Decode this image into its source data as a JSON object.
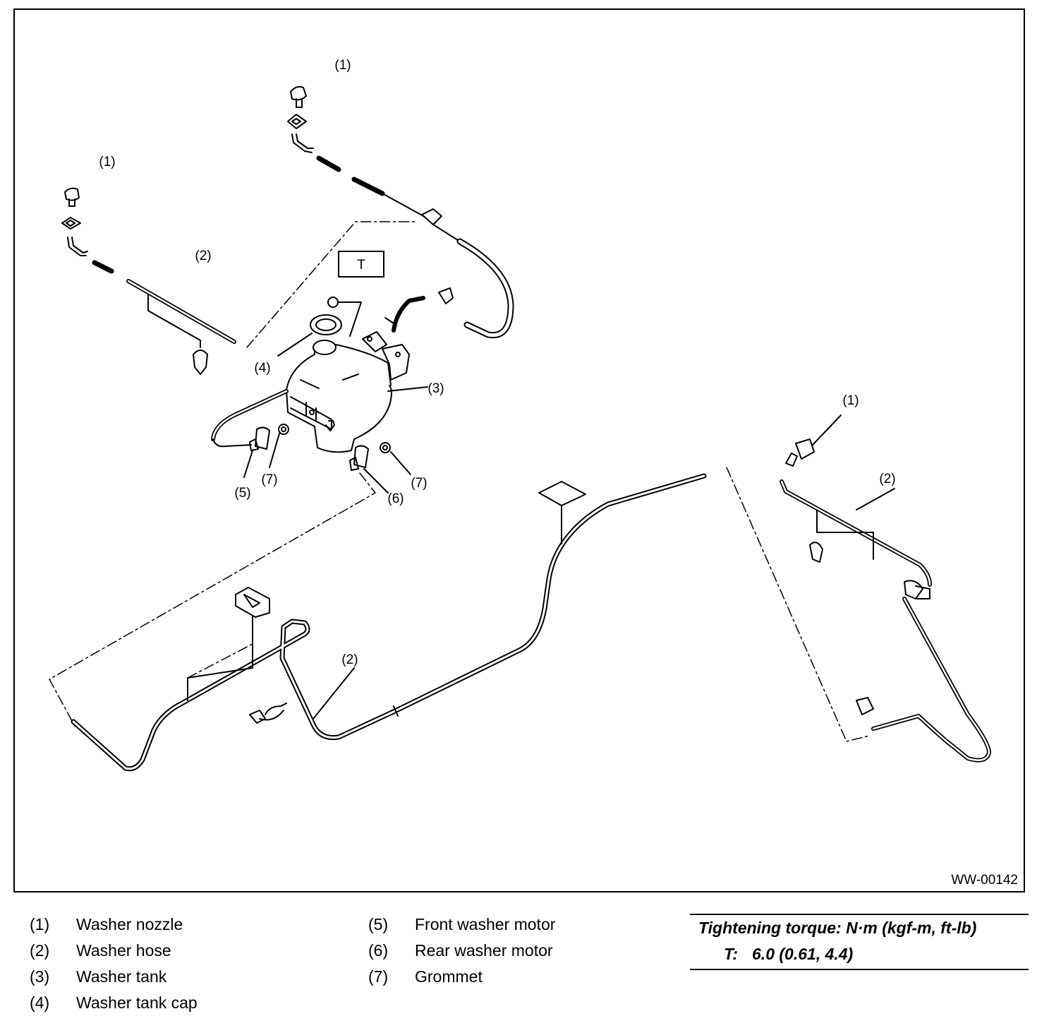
{
  "diagram": {
    "figure_id": "WW-00142",
    "callouts": {
      "c1": "(1)",
      "c2": "(2)",
      "c3": "(3)",
      "c4": "(4)",
      "c5": "(5)",
      "c6": "(6)",
      "c7": "(7)",
      "torque_box": "T"
    }
  },
  "legend": {
    "items": [
      {
        "num": "(1)",
        "label": "Washer nozzle"
      },
      {
        "num": "(2)",
        "label": "Washer hose"
      },
      {
        "num": "(3)",
        "label": "Washer tank"
      },
      {
        "num": "(4)",
        "label": "Washer tank cap"
      },
      {
        "num": "(5)",
        "label": "Front washer motor"
      },
      {
        "num": "(6)",
        "label": "Rear washer motor"
      },
      {
        "num": "(7)",
        "label": "Grommet"
      }
    ]
  },
  "torque": {
    "title": "Tightening torque: N·m (kgf-m, ft-lb)",
    "symbol": "T:",
    "value": "6.0 (0.61, 4.4)"
  }
}
